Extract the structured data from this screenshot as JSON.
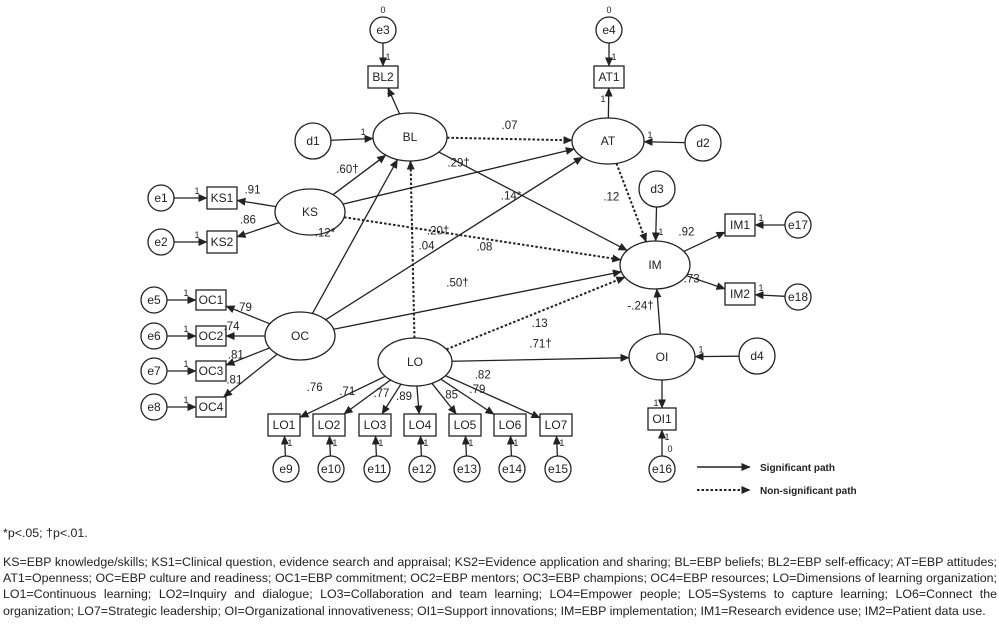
{
  "diagram": {
    "nodes": {
      "BL": "BL",
      "AT": "AT",
      "KS": "KS",
      "OC": "OC",
      "LO": "LO",
      "IM": "IM",
      "OI": "OI",
      "BL2": "BL2",
      "AT1": "AT1",
      "KS1": "KS1",
      "KS2": "KS2",
      "OC1": "OC1",
      "OC2": "OC2",
      "OC3": "OC3",
      "OC4": "OC4",
      "LO1": "LO1",
      "LO2": "LO2",
      "LO3": "LO3",
      "LO4": "LO4",
      "LO5": "LO5",
      "LO6": "LO6",
      "LO7": "LO7",
      "OI1": "OI1",
      "IM1": "IM1",
      "IM2": "IM2",
      "e1": "e1",
      "e2": "e2",
      "e3": "e3",
      "e4": "e4",
      "e5": "e5",
      "e6": "e6",
      "e7": "e7",
      "e8": "e8",
      "e9": "e9",
      "e10": "e10",
      "e11": "e11",
      "e12": "e12",
      "e13": "e13",
      "e14": "e14",
      "e15": "e15",
      "e16": "e16",
      "e17": "e17",
      "e18": "e18",
      "d1": "d1",
      "d2": "d2",
      "d3": "d3",
      "d4": "d4"
    },
    "fixed_one": "1",
    "fixed_zero": "0",
    "coefficients": {
      "BL_AT": ".07",
      "KS_AT": ".29†",
      "KS_BL": ".60†",
      "BL_IM": ".14*",
      "AT_IM": ".12",
      "LO_BL": ".04",
      "OC_AT": ".20†",
      "KS_IM": ".08",
      "OC_BL": ".12*",
      "OC_IM": ".50†",
      "LO_IM": ".13",
      "LO_OI": ".71†",
      "OI_IM": "-.24†",
      "KS1": ".91",
      "KS2": ".86",
      "OC1": ".79",
      "OC2": ".74",
      "OC3": ".81",
      "OC4": ".81",
      "LO1": ".76",
      "LO2": ".71",
      "LO3": ".77",
      "LO4": ".89",
      "LO5": ".85",
      "LO6": ".79",
      "LO7": ".82",
      "IM1": ".92",
      "IM2": ".73"
    },
    "legend": {
      "significant": "Significant path",
      "non_significant": "Non-significant path"
    }
  },
  "notes": {
    "significance": "*p<.05; †p<.01.",
    "abbreviations": "KS=EBP knowledge/skills; KS1=Clinical question, evidence search and appraisal; KS2=Evidence application and sharing; BL=EBP beliefs; BL2=EBP self-efficacy; AT=EBP attitudes; AT1=Openness; OC=EBP culture and readiness; OC1=EBP commitment; OC2=EBP mentors; OC3=EBP champions; OC4=EBP resources; LO=Dimensions of learning organization; LO1=Continuous learning; LO2=Inquiry and dialogue; LO3=Collaboration and team learning; LO4=Empower people; LO5=Systems to capture learning; LO6=Connect the organization; LO7=Strategic leadership; OI=Organizational innovativeness; OI1=Support innovations; IM=EBP implementation; IM1=Research evidence use; IM2=Patient data use."
  }
}
